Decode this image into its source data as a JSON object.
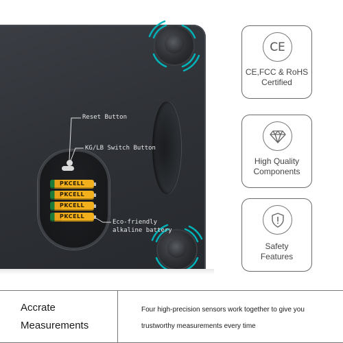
{
  "photo": {
    "reset_label": "Reset Button",
    "switch_label": "KG/LB Switch Button",
    "eco_label_line1": "Eco-friendly",
    "eco_label_line2": "alkaline battery",
    "battery_brand": "PKCELL",
    "accent_color": "#00b3b8"
  },
  "features": [
    {
      "icon": "ce-mark-icon",
      "icon_text": "CE",
      "line1": "CE,FCC & RoHS",
      "line2": "Certified"
    },
    {
      "icon": "diamond-icon",
      "line1": "High Quality",
      "line2": "Components"
    },
    {
      "icon": "shield-icon",
      "line1": "Safety",
      "line2": "Features"
    }
  ],
  "caption": {
    "title_line1": "Accrate",
    "title_line2": "Measurements",
    "desc_line1": "Four high-precision sensors work together to give you",
    "desc_line2": "trustworthy measurements every time"
  }
}
